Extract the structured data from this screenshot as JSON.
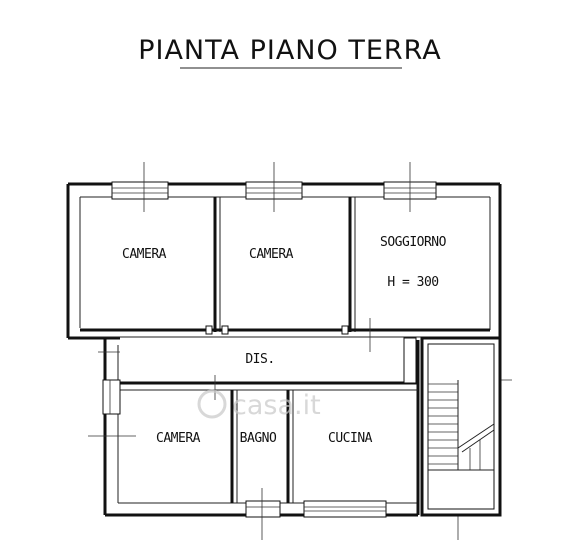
{
  "title": "PIANTA PIANO TERRA",
  "rooms": {
    "camera_1": "CAMERA",
    "camera_2": "CAMERA",
    "soggiorno": "SOGGIORNO",
    "soggiorno_height": "H = 300",
    "disimpegno": "DIS.",
    "camera_3": "CAMERA",
    "bagno": "BAGNO",
    "cucina": "CUCINA"
  },
  "watermark": "casa.it"
}
